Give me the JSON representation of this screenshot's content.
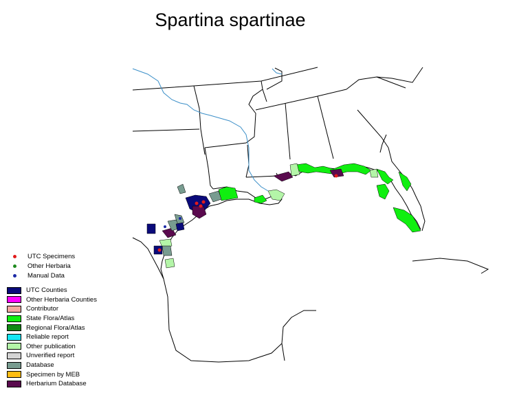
{
  "title": "Spartina spartinae",
  "legend": {
    "points": [
      {
        "label": "UTC Specimens",
        "color": "#e11b1b"
      },
      {
        "label": "Other Herbaria",
        "color": "#1e8a1e"
      },
      {
        "label": "Manual Data",
        "color": "#1c2aa6"
      }
    ],
    "swatches": [
      {
        "label": "UTC Counties",
        "color": "#0a0a7a"
      },
      {
        "label": "Other Herbaria Counties",
        "color": "#ff00ff"
      },
      {
        "label": "Contributor",
        "color": "#f4a8a0"
      },
      {
        "label": "State Flora/Atlas",
        "color": "#10ef10"
      },
      {
        "label": "Regional Flora/Atlas",
        "color": "#0f8a14"
      },
      {
        "label": "Reliable report",
        "color": "#14e6f4"
      },
      {
        "label": "Other publication",
        "color": "#b4f5a8"
      },
      {
        "label": "Unverified report",
        "color": "#d4d4d4"
      },
      {
        "label": "Database",
        "color": "#789c90"
      },
      {
        "label": "Specimen by MEB",
        "color": "#ffbd12"
      },
      {
        "label": "Herbarium Database",
        "color": "#5a0a4e"
      }
    ]
  },
  "map": {
    "colors": {
      "state_flora": "#10ef10",
      "other_publication": "#b4f5a8",
      "database": "#789c90",
      "herbarium_database": "#5a0a4e",
      "utc_counties": "#0a0a7a",
      "river": "#3b8fc8",
      "line": "#000000"
    },
    "utc_specimen_points": 5,
    "manual_data_points": 2
  }
}
